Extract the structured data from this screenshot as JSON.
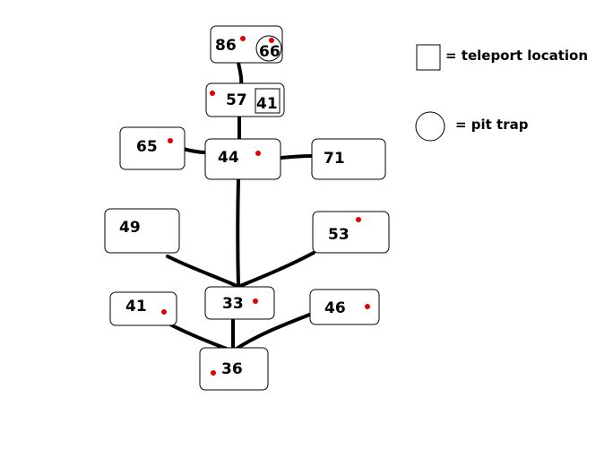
{
  "colors": {
    "line": "#000000",
    "marker": "#e00000",
    "background": "#ffffff"
  },
  "rooms": {
    "r86": "86",
    "r57": "57",
    "r65": "65",
    "r44": "44",
    "r71": "71",
    "r49": "49",
    "r53": "53",
    "r41a": "41",
    "r33": "33",
    "r46": "46",
    "r36": "36"
  },
  "features": {
    "pit_in_86": "66",
    "teleport_in_57": "41"
  },
  "legend": {
    "teleport_label": "= teleport location",
    "pit_label": "= pit trap"
  }
}
